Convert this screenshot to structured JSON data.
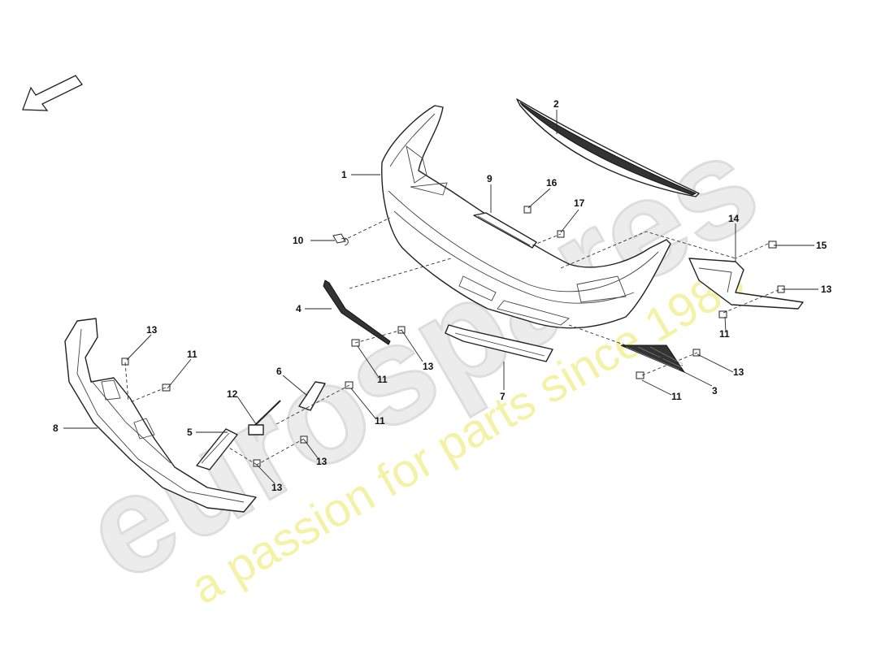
{
  "watermark": {
    "brand": "eurospares",
    "tagline": "a passion for parts since 1985"
  },
  "orientation_arrow": {
    "icon": "direction-arrow-icon"
  },
  "callouts": [
    {
      "id": "c1",
      "text": "1"
    },
    {
      "id": "c2",
      "text": "2"
    },
    {
      "id": "c3",
      "text": "3"
    },
    {
      "id": "c4",
      "text": "4"
    },
    {
      "id": "c5",
      "text": "5"
    },
    {
      "id": "c6",
      "text": "6"
    },
    {
      "id": "c7",
      "text": "7"
    },
    {
      "id": "c8",
      "text": "8"
    },
    {
      "id": "c9",
      "text": "9"
    },
    {
      "id": "c10",
      "text": "10"
    },
    {
      "id": "c11a",
      "text": "11"
    },
    {
      "id": "c11b",
      "text": "11"
    },
    {
      "id": "c11c",
      "text": "11"
    },
    {
      "id": "c11d",
      "text": "11"
    },
    {
      "id": "c11e",
      "text": "11"
    },
    {
      "id": "c12",
      "text": "12"
    },
    {
      "id": "c13a",
      "text": "13"
    },
    {
      "id": "c13b",
      "text": "13"
    },
    {
      "id": "c13c",
      "text": "13"
    },
    {
      "id": "c13d",
      "text": "13"
    },
    {
      "id": "c13e",
      "text": "13"
    },
    {
      "id": "c13f",
      "text": "13"
    },
    {
      "id": "c14",
      "text": "14"
    },
    {
      "id": "c15",
      "text": "15"
    },
    {
      "id": "c16",
      "text": "16"
    },
    {
      "id": "c17",
      "text": "17"
    }
  ]
}
